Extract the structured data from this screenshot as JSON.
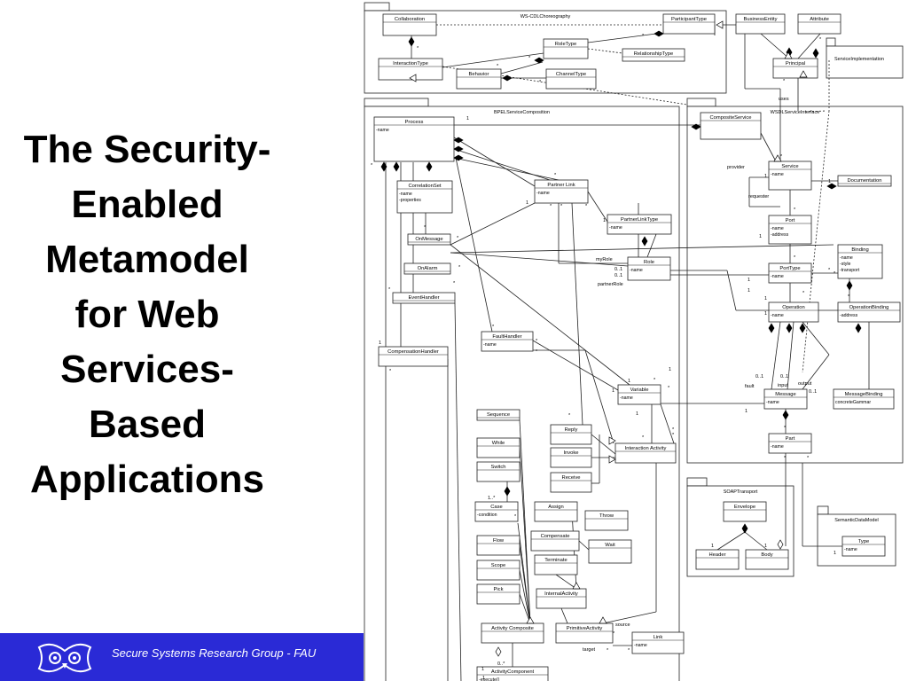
{
  "slide": {
    "title_lines": [
      "The Security-",
      "Enabled",
      "Metamodel",
      "for Web",
      "Services-",
      "Based",
      "Applications"
    ],
    "footer_text": "Secure Systems Research Group - FAU"
  },
  "diagram": {
    "packages": {
      "ws_cdl": "WS-CDLChoreography",
      "bpel": "BPELServiceComposition",
      "wsdl": "WSDLServiceInterface",
      "soap": "SOAPTransport",
      "semantic": "SemanticDataModel",
      "impl": "ServiceImplementation"
    },
    "classes": {
      "collaboration": "Collaboration",
      "participant_type": "ParticipantType",
      "business_entity": "BusinessEntity",
      "attribute": "Attribute",
      "role_type": "RoleType",
      "relationship_type": "RelationshipType",
      "interaction_type": "InteractionType",
      "behavior": "Behavior",
      "channel_type": "ChannelType",
      "principal": "Principal",
      "process": "Process",
      "composite_service": "CompositeService",
      "service": "Service",
      "documentation": "Documentation",
      "correlation_set": "CorrelationSet",
      "partner_link": "Partner Link",
      "partner_link_type": "PartnerLinkType",
      "port": "Port",
      "on_message": "OnMessage",
      "binding": "Binding",
      "role": "Role",
      "port_type": "PortType",
      "on_alarm": "OnAlarm",
      "event_handler": "EventHandler",
      "operation": "Operation",
      "operation_binding": "OperationBinding",
      "fault_handler": "FaultHandler",
      "compensation_handler": "CompensationHandler",
      "variable": "Variable",
      "message": "Message",
      "message_binding": "MessageBinding",
      "sequence": "Sequence",
      "reply": "Reply",
      "interaction_activity": "Interaction Activity",
      "part": "Part",
      "while": "While",
      "invoke": "Invoke",
      "switch": "Switch",
      "receive": "Receive",
      "envelope": "Envelope",
      "case": "Case",
      "assign": "Assign",
      "throw": "Throw",
      "type": "Type",
      "compensate": "Compensate",
      "flow": "Flow",
      "wait": "Wait",
      "header": "Header",
      "body": "Body",
      "terminate": "Terminate",
      "scope": "Scope",
      "pick": "Pick",
      "internal_activity": "InternalActivity",
      "activity_composite": "Activity Composite",
      "primitive_activity": "PrimitiveActivity",
      "link": "Link",
      "activity_component": "ActivityComponent"
    },
    "attributes": {
      "name": "-name",
      "properties": "-properties",
      "address": "-address",
      "style": "-style",
      "transport": "-transport",
      "address_op": "-address",
      "condition": "-condition",
      "concrete_grammar": "concreteGammar",
      "execute": "-execute()"
    },
    "labels": {
      "uses": "uses",
      "provider": "provider",
      "requester": "requester",
      "my_role": "myRole",
      "partner_role": "partnerRole",
      "input": "input",
      "output": "output",
      "fault": "fault",
      "source": "source",
      "target": "target",
      "one": "1",
      "many": "*",
      "zero_one": "0..1",
      "one_many": "1..*",
      "zero_many": "0..*"
    }
  }
}
